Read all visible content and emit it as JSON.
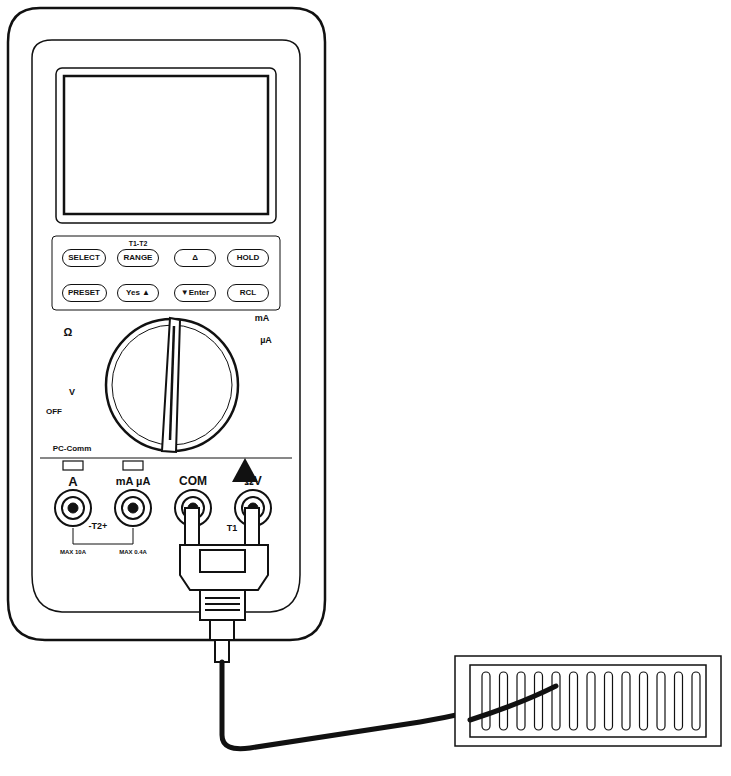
{
  "diagram": {
    "nodes": [
      {
        "text": [
          "SELECT"
        ]
      },
      {
        "text": [
          "RANGE"
        ]
      },
      {
        "text": [
          "Δ"
        ]
      },
      {
        "text": [
          "HOLD"
        ]
      },
      {
        "text": [
          "PRESET"
        ]
      },
      {
        "text": [
          "Yes ▲"
        ]
      },
      {
        "text": [
          "▼Enter"
        ]
      },
      {
        "text": [
          "RCL"
        ]
      }
    ],
    "labels": [
      "T1-T2",
      "OFF",
      "PC-Comm",
      "A",
      "mA µA",
      "COM",
      "ΩV",
      "-T2+",
      "T1",
      "MAX 10A",
      "MAX 0.4A",
      "Ω",
      "mA",
      "µA",
      "V"
    ]
  }
}
